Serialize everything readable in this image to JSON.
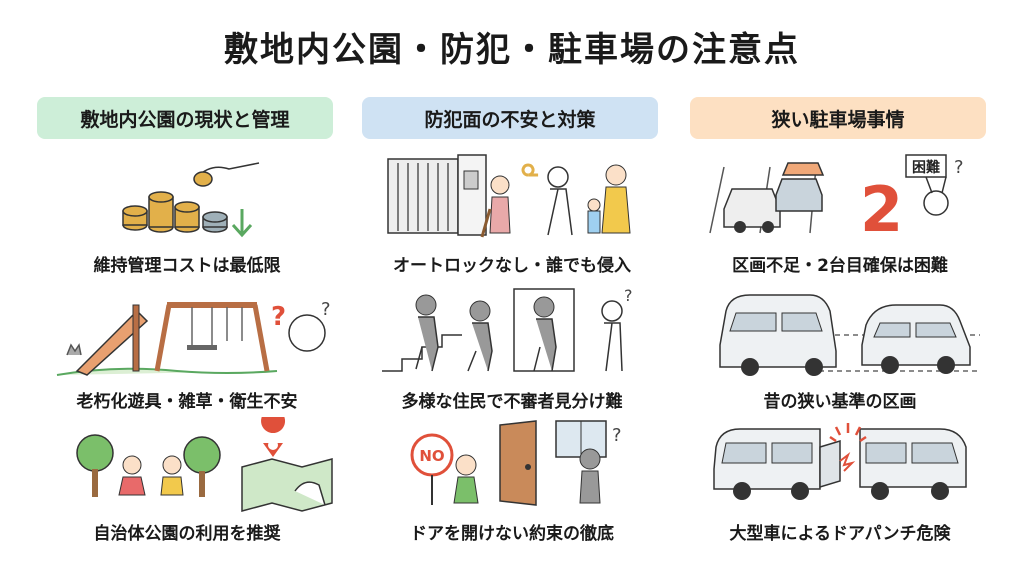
{
  "title": "敷地内公園・防犯・駐車場の注意点",
  "columns": [
    {
      "header": "敷地内公園の現状と管理",
      "header_color": "#cdeed8",
      "items": [
        {
          "caption": "維持管理コストは最低限",
          "icon": "coins-hand-icon"
        },
        {
          "caption": "老朽化遊具・雑草・衛生不安",
          "icon": "old-playground-icon"
        },
        {
          "caption": "自治体公園の利用を推奨",
          "icon": "park-map-icon"
        }
      ]
    },
    {
      "header": "防犯面の不安と対策",
      "header_color": "#cfe2f3",
      "items": [
        {
          "caption": "オートロックなし・誰でも侵入",
          "icon": "open-gate-icon"
        },
        {
          "caption": "多様な住民で不審者見分け難",
          "icon": "residents-icon"
        },
        {
          "caption": "ドアを開けない約束の徹底",
          "icon": "door-no-icon"
        }
      ]
    },
    {
      "header": "狭い駐車場事情",
      "header_color": "#fde0c2",
      "items": [
        {
          "caption": "区画不足・2台目確保は困難",
          "icon": "parking-lot-icon",
          "sign_text": "困難",
          "big_number": "2"
        },
        {
          "caption": "昔の狭い基準の区画",
          "icon": "narrow-parking-icon"
        },
        {
          "caption": "大型車によるドアパンチ危険",
          "icon": "door-punch-icon"
        }
      ]
    }
  ],
  "labels": {
    "no_sign": "NO"
  },
  "colors": {
    "accent_red": "#e0503a",
    "coin": "#e2b04a",
    "green": "#5aa860",
    "gray": "#8a8a8a"
  }
}
